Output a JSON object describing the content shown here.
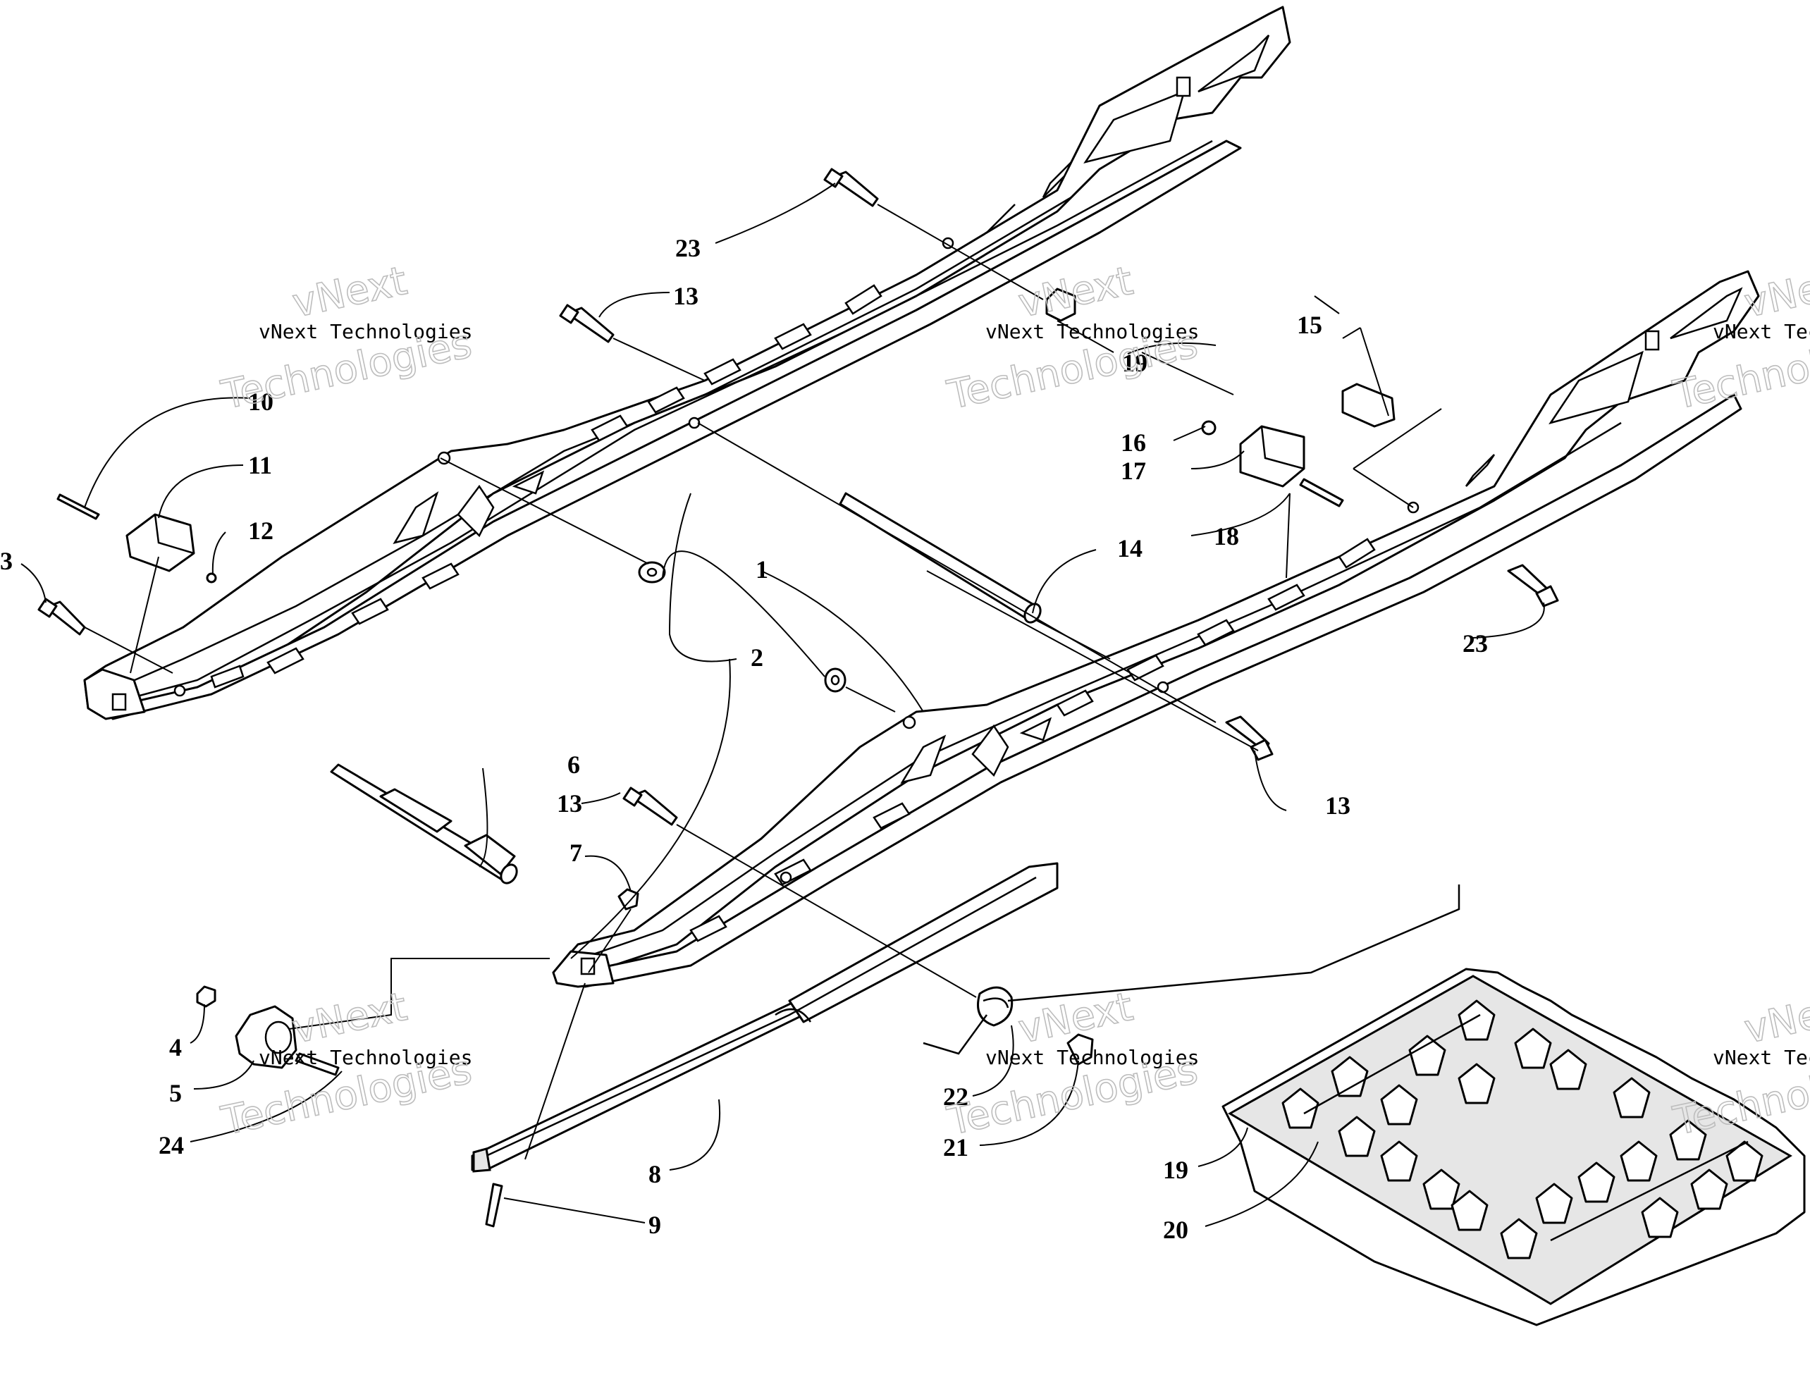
{
  "callouts": {
    "c1": "1",
    "c2": "2",
    "c3": "3",
    "c4": "4",
    "c5": "5",
    "c6": "6",
    "c7": "7",
    "c8": "8",
    "c9": "9",
    "c10": "10",
    "c11": "11",
    "c12": "12",
    "c13a": "13",
    "c13b": "13",
    "c13c": "13",
    "c14": "14",
    "c15": "15",
    "c16": "16",
    "c17": "17",
    "c18": "18",
    "c19": "19",
    "c19b": "19",
    "c20": "20",
    "c21": "21",
    "c22": "22",
    "c23a": "23",
    "c23b": "23",
    "c24": "24"
  },
  "watermark": {
    "line_small": "vNext Technologies",
    "line_big_1": "vNext",
    "line_big_2": "Technologies"
  }
}
